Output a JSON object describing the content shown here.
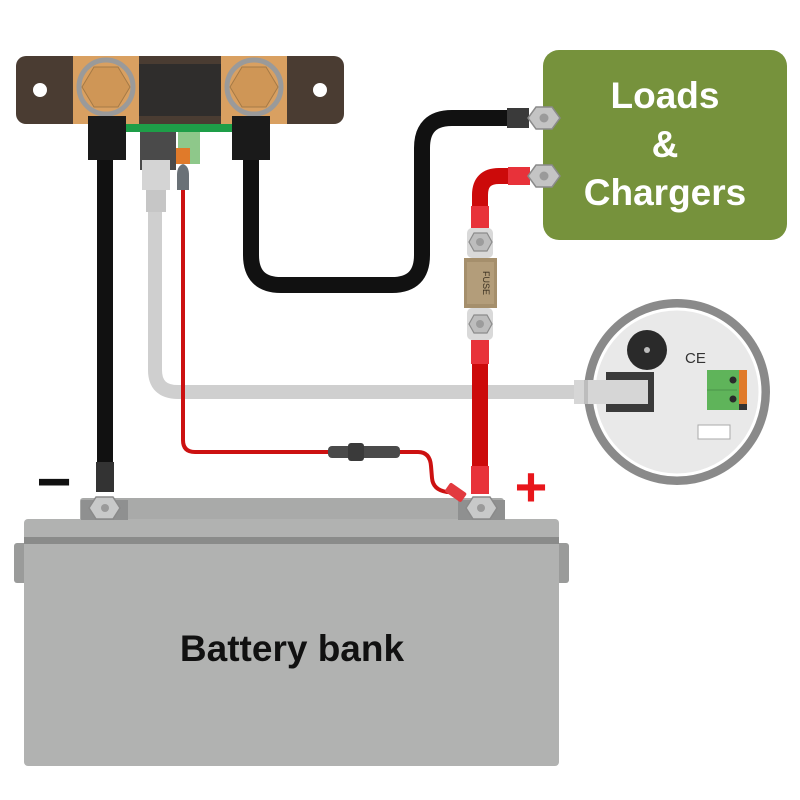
{
  "diagram": {
    "title": "Battery monitor wiring with shunt",
    "loads_box": {
      "lines": [
        "Loads",
        "&",
        "Chargers"
      ],
      "color": "#76923c"
    },
    "battery": {
      "label": "Battery bank",
      "negative_symbol": "−",
      "positive_symbol": "+",
      "body_color": "#b1b2b1"
    },
    "inline_fuse": {
      "label": "FUSE"
    },
    "monitor": {
      "ce_mark": "CE"
    },
    "shunt": {
      "plate_color": "#4a3c32",
      "pad_color": "#d9a061"
    },
    "colors": {
      "negative_cable": "#111111",
      "positive_cable": "#cc0a0a",
      "sense_wire": "#cc1111",
      "rj12_cable": "#cfcfcf"
    }
  }
}
